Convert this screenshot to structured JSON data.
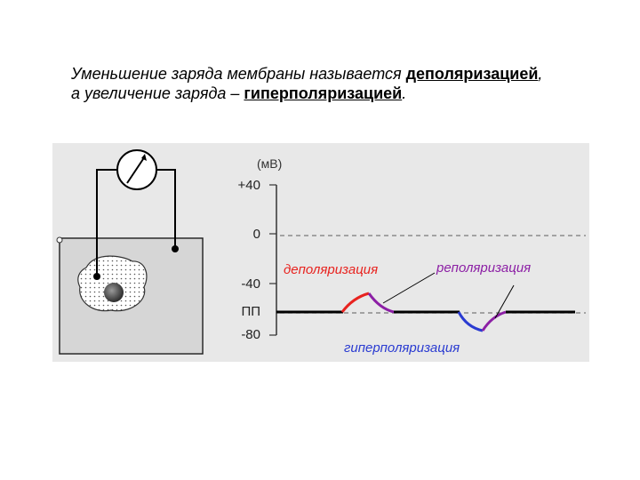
{
  "caption": {
    "line1_prefix": "Уменьшение заряда мембраны называется ",
    "line1_term": "деполяризацией",
    "line1_suffix": ",",
    "line2_prefix": "а увеличение заряда – ",
    "line2_term": "гиперполяризацией",
    "line2_suffix": "."
  },
  "graph": {
    "unit_label": "(мВ)",
    "ticks": [
      "+40",
      "0",
      "-40",
      "ПП",
      "-80"
    ],
    "labels": {
      "depolarization": "деполяризация",
      "repolarization": "реполяризация",
      "hyperpolarization": "гиперполяризация"
    }
  },
  "colors": {
    "background": "#e8e8e8",
    "depolarization": "#e8231f",
    "repolarization": "#8c1fa5",
    "hyperpolarization": "#2a3bd1",
    "trace": "#000000",
    "zero_line": "#777777"
  }
}
